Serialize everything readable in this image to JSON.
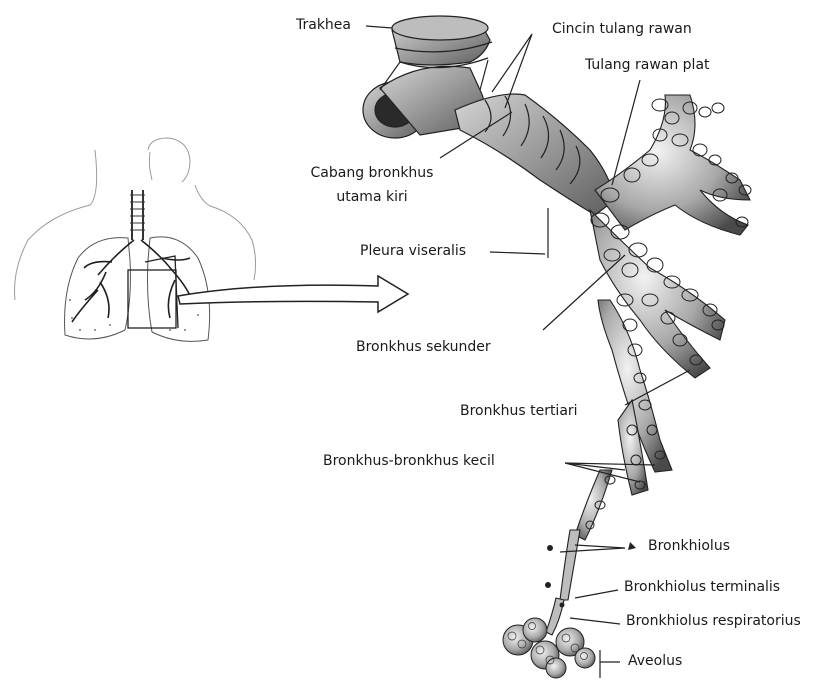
{
  "labels": {
    "trachea": "Trakhea",
    "cartilage_ring": "Cincin tulang rawan",
    "cartilage_plate": "Tulang rawan plat",
    "left_main_bronchus_line1": "Cabang bronkhus",
    "left_main_bronchus_line2": "utama kiri",
    "visceral_pleura": "Pleura viseralis",
    "secondary_bronchus": "Bronkhus sekunder",
    "tertiary_bronchus": "Bronkhus tertiari",
    "small_bronchi": "Bronkhus-bronkhus kecil",
    "bronchiole": "Bronkhiolus",
    "terminal_bronchiole": "Bronkhiolus terminalis",
    "respiratory_bronchiole": "Bronkhiolus respiratorius",
    "alveolus": "Aveolus"
  },
  "colors": {
    "ink": "#1a1a1a",
    "tissue": "#8a8a8a",
    "tissue_light": "#c9c9c9",
    "background": "#ffffff"
  }
}
